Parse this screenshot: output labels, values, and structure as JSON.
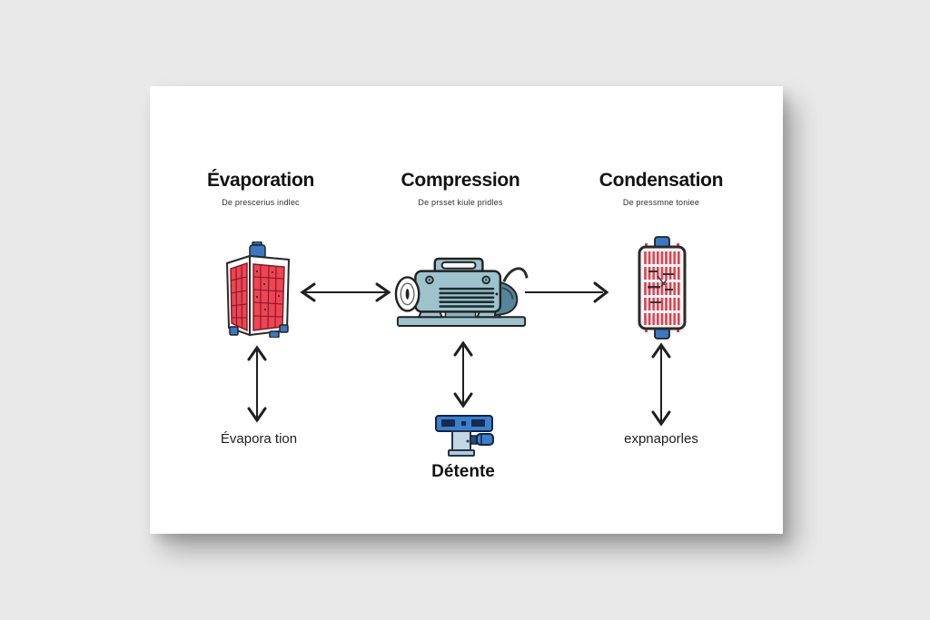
{
  "page": {
    "background_color": "#e9e9e9",
    "card_color": "#ffffff",
    "text_color": "#141414"
  },
  "diagram": {
    "stages": [
      {
        "id": "evaporation",
        "title": "Évaporation",
        "subtitle": "De prescerius indlec",
        "icon": "evaporator-icon",
        "bottom_label": "Évapora tion"
      },
      {
        "id": "compression",
        "title": "Compression",
        "subtitle": "De prsset kiule pridles",
        "icon": "compressor-icon",
        "bottom_label": "Détente"
      },
      {
        "id": "condensation",
        "title": "Condensation",
        "subtitle": "De pressmne toniee",
        "icon": "condenser-icon",
        "bottom_label": "expnaporles"
      }
    ],
    "expansion_valve_icon": "expansion-valve-icon",
    "arrows": [
      {
        "type": "double-horizontal",
        "between": [
          "evaporator",
          "compressor"
        ]
      },
      {
        "type": "single-right",
        "between": [
          "compressor",
          "condenser"
        ]
      },
      {
        "type": "double-vertical",
        "below": "evaporator"
      },
      {
        "type": "double-vertical",
        "below": "compressor"
      },
      {
        "type": "double-vertical",
        "below": "condenser"
      }
    ],
    "colors": {
      "coil_red": "#ee4454",
      "cap_blue": "#3a78c2",
      "compressor_teal": "#9ec3cd",
      "valve_blue": "#3d7fca",
      "outline": "#222222"
    }
  }
}
